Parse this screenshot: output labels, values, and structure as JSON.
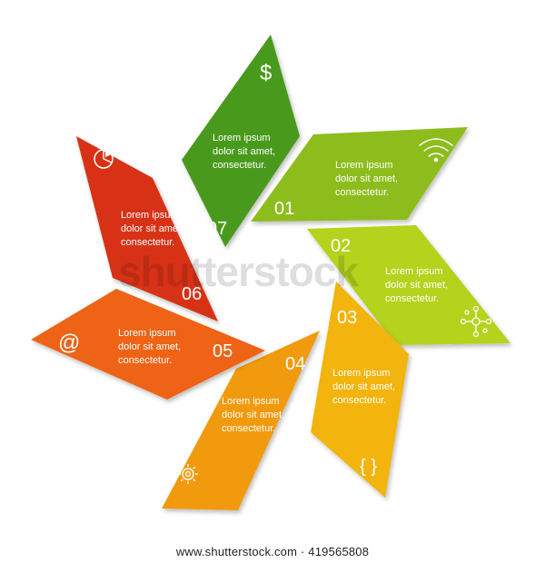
{
  "segments": [
    {
      "number": "01",
      "lines": [
        "Lorem ipsum",
        "dolor sit amet,",
        "consectetur."
      ],
      "icon": "wifi-icon",
      "color": "#8dbd1f"
    },
    {
      "number": "02",
      "lines": [
        "Lorem ipsum",
        "dolor sit amet,",
        "consectetur."
      ],
      "icon": "network-icon",
      "color": "#b5d21c"
    },
    {
      "number": "03",
      "lines": [
        "Lorem ipsum",
        "dolor sit amet,",
        "consectetur."
      ],
      "icon": "braces-icon",
      "color": "#f2b40f"
    },
    {
      "number": "04",
      "lines": [
        "Lorem ipsum",
        "dolor sit amet,",
        "consectetur."
      ],
      "icon": "gear-icon",
      "color": "#f29a10"
    },
    {
      "number": "05",
      "lines": [
        "Lorem ipsum",
        "dolor sit amet,",
        "consectetur."
      ],
      "icon": "at-sign-icon",
      "color": "#ee6414"
    },
    {
      "number": "06",
      "lines": [
        "Lorem ipsum",
        "dolor sit amet,",
        "consectetur."
      ],
      "icon": "pie-chart-icon",
      "color": "#d83012"
    },
    {
      "number": "07",
      "lines": [
        "Lorem ipsum",
        "dolor sit amet,",
        "consectetur."
      ],
      "icon": "dollar-icon",
      "color": "#4a9a1c"
    }
  ],
  "icon_glyphs": {
    "dollar": "$",
    "braces": "{ }",
    "at": "@"
  },
  "watermark": {
    "logo_text": "shutterstock",
    "url_text": "www.shutterstock.com · 419565808"
  }
}
